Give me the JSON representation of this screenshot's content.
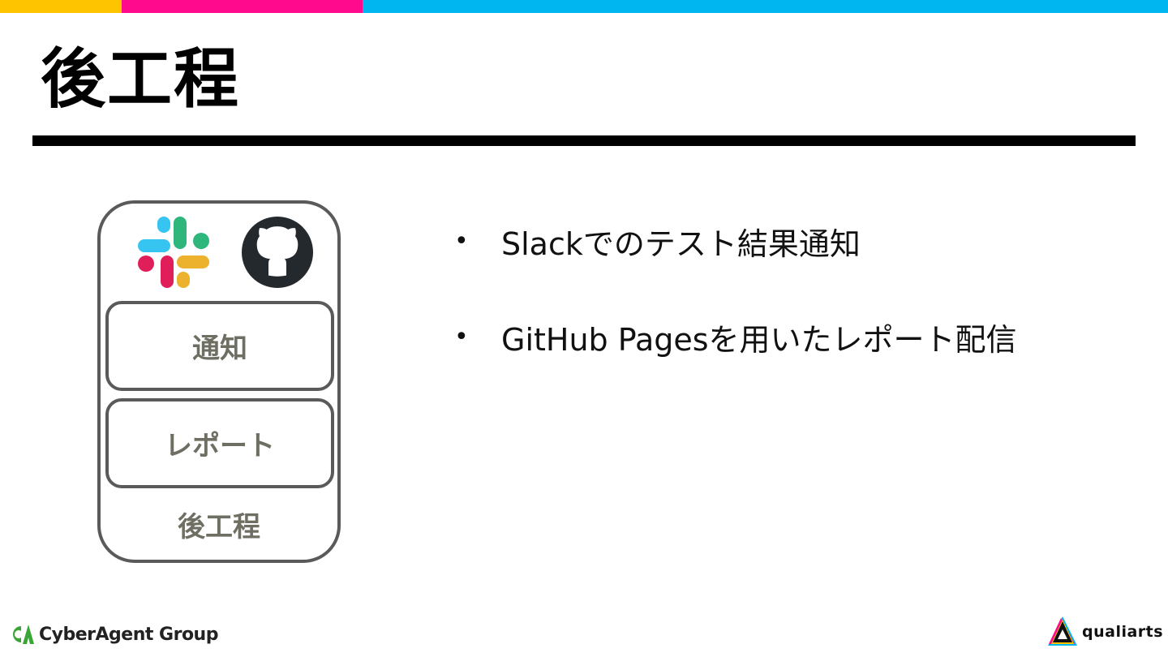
{
  "colors": {
    "accent_yellow": "#ffc400",
    "accent_pink": "#ff0a8c",
    "accent_blue": "#00b6f0",
    "github_dark": "#24292e",
    "slack_blue": "#36c5f0",
    "slack_green": "#2eb67d",
    "slack_red": "#e01e5a",
    "slack_yellow": "#ecb22e",
    "cyberagent_green": "#3aa537"
  },
  "slide": {
    "title": "後工程"
  },
  "diagram": {
    "icons": [
      "slack-icon",
      "github-icon"
    ],
    "layers": [
      "通知",
      "レポート"
    ],
    "label": "後工程"
  },
  "bullets": [
    "Slackでのテスト結果通知",
    "GitHub Pagesを用いたレポート配信"
  ],
  "footer": {
    "left_logo": "CyberAgent Group",
    "right_logo": "qualiarts"
  }
}
